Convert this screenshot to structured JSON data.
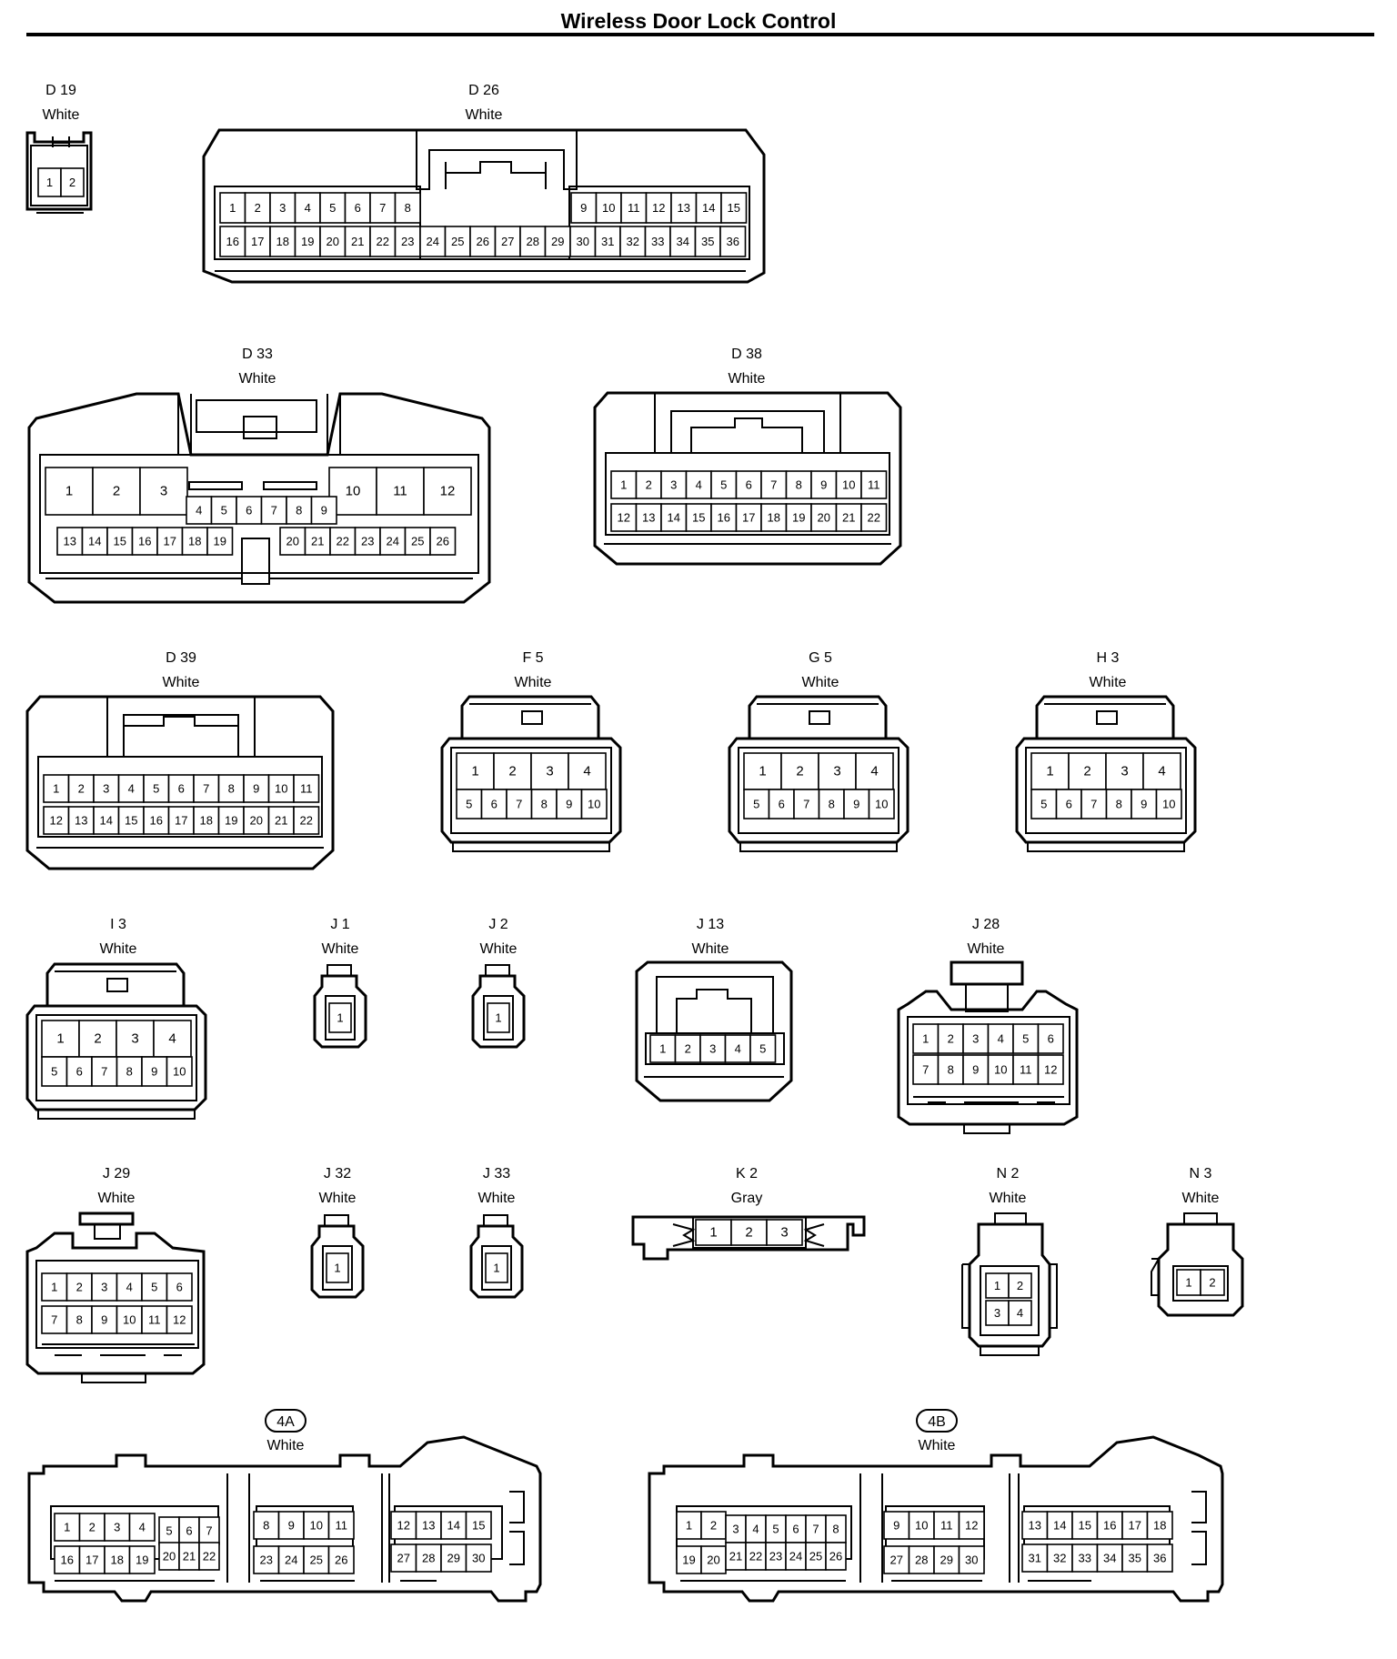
{
  "title": "Wireless Door Lock Control",
  "connectors": [
    {
      "id": "D19",
      "name": "D 19",
      "color": "White",
      "pins": [
        "1",
        "2"
      ]
    },
    {
      "id": "D26",
      "name": "D 26",
      "color": "White",
      "pins": [
        "1",
        "2",
        "3",
        "4",
        "5",
        "6",
        "7",
        "8",
        "9",
        "10",
        "11",
        "12",
        "13",
        "14",
        "15",
        "16",
        "17",
        "18",
        "19",
        "20",
        "21",
        "22",
        "23",
        "24",
        "25",
        "26",
        "27",
        "28",
        "29",
        "30",
        "31",
        "32",
        "33",
        "34",
        "35",
        "36"
      ]
    },
    {
      "id": "D33",
      "name": "D 33",
      "color": "White",
      "pins": [
        "1",
        "2",
        "3",
        "4",
        "5",
        "6",
        "7",
        "8",
        "9",
        "10",
        "11",
        "12",
        "13",
        "14",
        "15",
        "16",
        "17",
        "18",
        "19",
        "20",
        "21",
        "22",
        "23",
        "24",
        "25",
        "26"
      ]
    },
    {
      "id": "D38",
      "name": "D 38",
      "color": "White",
      "pins": [
        "1",
        "2",
        "3",
        "4",
        "5",
        "6",
        "7",
        "8",
        "9",
        "10",
        "11",
        "12",
        "13",
        "14",
        "15",
        "16",
        "17",
        "18",
        "19",
        "20",
        "21",
        "22"
      ]
    },
    {
      "id": "D39",
      "name": "D 39",
      "color": "White",
      "pins": [
        "1",
        "2",
        "3",
        "4",
        "5",
        "6",
        "7",
        "8",
        "9",
        "10",
        "11",
        "12",
        "13",
        "14",
        "15",
        "16",
        "17",
        "18",
        "19",
        "20",
        "21",
        "22"
      ]
    },
    {
      "id": "F5",
      "name": "F 5",
      "color": "White",
      "pins": [
        "1",
        "2",
        "3",
        "4",
        "5",
        "6",
        "7",
        "8",
        "9",
        "10"
      ]
    },
    {
      "id": "G5",
      "name": "G 5",
      "color": "White",
      "pins": [
        "1",
        "2",
        "3",
        "4",
        "5",
        "6",
        "7",
        "8",
        "9",
        "10"
      ]
    },
    {
      "id": "H3",
      "name": "H 3",
      "color": "White",
      "pins": [
        "1",
        "2",
        "3",
        "4",
        "5",
        "6",
        "7",
        "8",
        "9",
        "10"
      ]
    },
    {
      "id": "I3",
      "name": "I 3",
      "color": "White",
      "pins": [
        "1",
        "2",
        "3",
        "4",
        "5",
        "6",
        "7",
        "8",
        "9",
        "10"
      ]
    },
    {
      "id": "J1",
      "name": "J 1",
      "color": "White",
      "pins": [
        "1"
      ]
    },
    {
      "id": "J2",
      "name": "J 2",
      "color": "White",
      "pins": [
        "1"
      ]
    },
    {
      "id": "J13",
      "name": "J 13",
      "color": "White",
      "pins": [
        "1",
        "2",
        "3",
        "4",
        "5"
      ]
    },
    {
      "id": "J28",
      "name": "J 28",
      "color": "White",
      "pins": [
        "1",
        "2",
        "3",
        "4",
        "5",
        "6",
        "7",
        "8",
        "9",
        "10",
        "11",
        "12"
      ]
    },
    {
      "id": "J29",
      "name": "J 29",
      "color": "White",
      "pins": [
        "1",
        "2",
        "3",
        "4",
        "5",
        "6",
        "7",
        "8",
        "9",
        "10",
        "11",
        "12"
      ]
    },
    {
      "id": "J32",
      "name": "J 32",
      "color": "White",
      "pins": [
        "1"
      ]
    },
    {
      "id": "J33",
      "name": "J 33",
      "color": "White",
      "pins": [
        "1"
      ]
    },
    {
      "id": "K2",
      "name": "K 2",
      "color": "Gray",
      "pins": [
        "1",
        "2",
        "3"
      ]
    },
    {
      "id": "N2",
      "name": "N 2",
      "color": "White",
      "pins": [
        "1",
        "2",
        "3",
        "4"
      ]
    },
    {
      "id": "N3",
      "name": "N 3",
      "color": "White",
      "pins": [
        "1",
        "2"
      ]
    },
    {
      "id": "4A",
      "name": "4A",
      "color": "White",
      "pins": [
        "1",
        "2",
        "3",
        "4",
        "5",
        "6",
        "7",
        "8",
        "9",
        "10",
        "11",
        "12",
        "13",
        "14",
        "15",
        "16",
        "17",
        "18",
        "19",
        "20",
        "21",
        "22",
        "23",
        "24",
        "25",
        "26",
        "27",
        "28",
        "29",
        "30"
      ]
    },
    {
      "id": "4B",
      "name": "4B",
      "color": "White",
      "pins": [
        "1",
        "2",
        "3",
        "4",
        "5",
        "6",
        "7",
        "8",
        "9",
        "10",
        "11",
        "12",
        "13",
        "14",
        "15",
        "16",
        "17",
        "18",
        "19",
        "20",
        "21",
        "22",
        "23",
        "24",
        "25",
        "26",
        "27",
        "28",
        "29",
        "30",
        "31",
        "32",
        "33",
        "34",
        "35",
        "36"
      ]
    }
  ]
}
